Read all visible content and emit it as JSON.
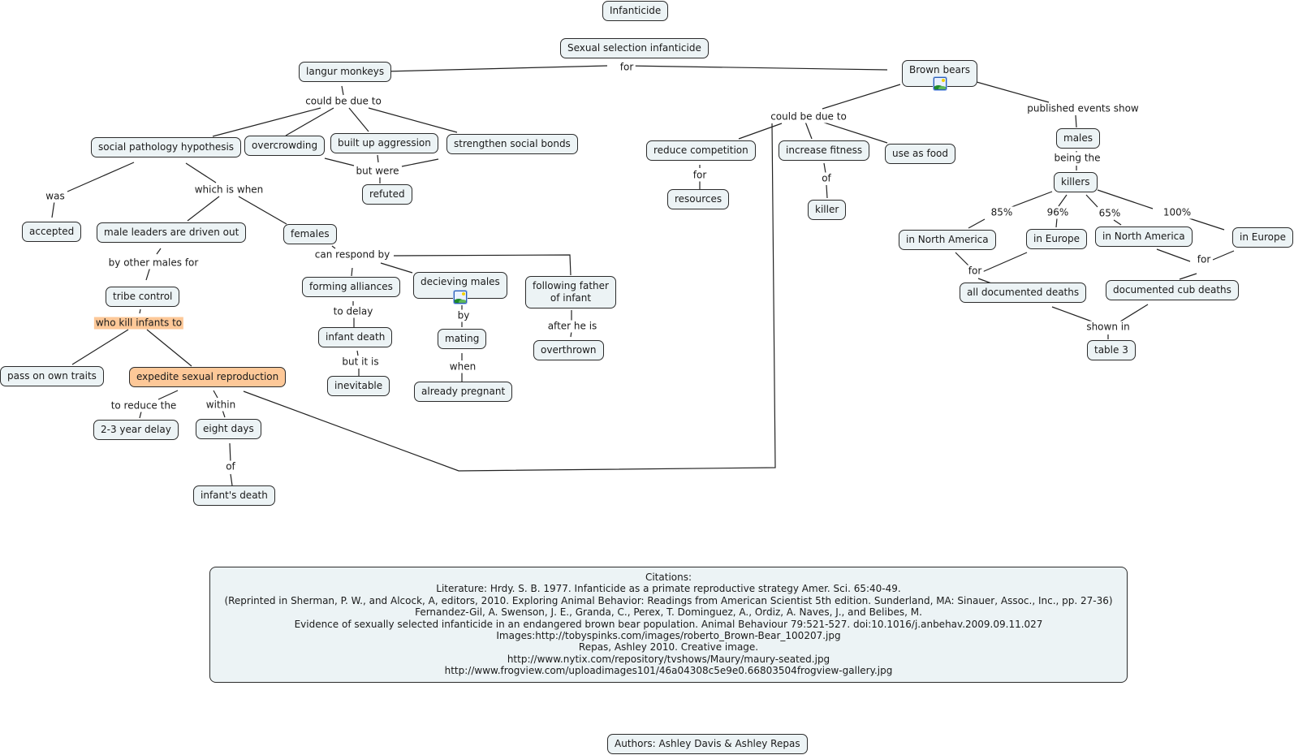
{
  "title": "Infanticide",
  "nodes": {
    "infanticide": "Infanticide",
    "sexual_selection": "Sexual selection infanticide",
    "langur_monkeys": "langur monkeys",
    "brown_bears": "Brown bears",
    "social_pathology": "social pathology hypothesis",
    "overcrowding": "overcrowding",
    "built_up_aggression": "built up aggression",
    "strengthen_bonds": "strengthen social bonds",
    "refuted": "refuted",
    "accepted": "accepted",
    "male_leaders": "male leaders are driven out",
    "females": "females",
    "tribe_control": "tribe control",
    "pass_on_traits": "pass on own traits",
    "expedite": "expedite sexual reproduction",
    "delay": "2-3 year delay",
    "eight_days": "eight days",
    "infants_death": "infant's death",
    "forming_alliances": "forming alliances",
    "infant_death": "infant death",
    "inevitable": "inevitable",
    "decieving_males": "decieving males",
    "mating": "mating",
    "already_pregnant": "already pregnant",
    "following_father_1": "following father",
    "following_father_2": "of infant",
    "overthrown": "overthrown",
    "reduce_competition": "reduce competition",
    "resources": "resources",
    "increase_fitness": "increase fitness",
    "killer": "killer",
    "use_as_food": "use as food",
    "males": "males",
    "killers": "killers",
    "na_1": "in North America",
    "eu_1": "in Europe",
    "na_2": "in North America",
    "eu_2": "in Europe",
    "all_deaths": "all documented deaths",
    "cub_deaths": "documented cub deaths",
    "table3": "table 3"
  },
  "links": {
    "for_top": "for",
    "could_be_due_to_1": "could be due to",
    "but_were": "but were",
    "was": "was",
    "which_is_when": "which is when",
    "by_other_males": "by other males for",
    "who_kill": "who kill infants to",
    "to_reduce": "to reduce the",
    "within": "within",
    "of_1": "of",
    "can_respond": "can respond by",
    "to_delay": "to delay",
    "but_it_is": "but it is",
    "by": "by",
    "when": "when",
    "after_he_is": "after he is",
    "could_be_due_to_2": "could be due to",
    "for_resources": "for",
    "of_killer": "of",
    "published": "published events show",
    "being_the": "being the",
    "p85": "85%",
    "p96": "96%",
    "p65": "65%",
    "p100": "100%",
    "for_left": "for",
    "for_right": "for",
    "shown_in": "shown in"
  },
  "icons": {
    "brown_bears_image": "image-icon",
    "decieving_males_image": "image-icon"
  },
  "citations": [
    "Citations:",
    "Literature:  Hrdy. S. B. 1977.  Infanticide as a primate reproductive strategy Amer. Sci. 65:40-49.",
    "(Reprinted in Sherman, P. W., and Alcock, A, editors, 2010.  Exploring Animal Behavior: Readings from American Scientist 5th edition.  Sunderland, MA: Sinauer, Assoc., Inc., pp. 27-36)",
    "Fernandez-Gil, A. Swenson, J. E., Granda, C., Perex, T. Dominguez, A., Ordiz, A. Naves, J., and Belibes, M.",
    "Evidence of sexually selected infanticide in an endangered brown bear population.  Animal Behaviour 79:521-527.  doi:10.1016/j.anbehav.2009.09.11.027",
    "Images:http://tobyspinks.com/images/roberto_Brown-Bear_100207.jpg",
    "Repas, Ashley 2010. Creative image.",
    "http://www.nytix.com/repository/tvshows/Maury/maury-seated.jpg",
    "http://www.frogview.com/uploadimages101/46a04308c5e9e0.66803504frogview-gallery.jpg"
  ],
  "authors": "Authors: Ashley Davis & Ashley Repas",
  "colors": {
    "node_fill": "#ecf3f5",
    "highlight": "#fdc898"
  }
}
